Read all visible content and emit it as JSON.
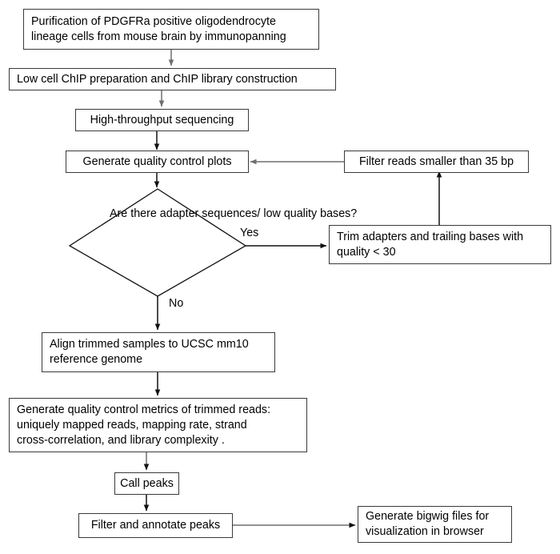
{
  "diagram": {
    "title": "ChIP-seq data processing pipeline",
    "type": "flowchart",
    "colors": {
      "box_border": "#3a3a3a",
      "box_fill": "#ffffff",
      "text": "#000000",
      "arrow_black": "#000000",
      "arrow_gray": "#6e6e6e"
    },
    "nodes": [
      {
        "id": "purification",
        "shape": "process",
        "lines": [
          "Purification of PDGFRa positive oligodendrocyte",
          "lineage cells from mouse brain by immunopanning"
        ]
      },
      {
        "id": "chip-prep",
        "shape": "process",
        "lines": [
          "Low cell ChIP preparation and ChIP library construction"
        ]
      },
      {
        "id": "sequencing",
        "shape": "process",
        "lines": [
          "High-throughput sequencing"
        ]
      },
      {
        "id": "qc-plots",
        "shape": "process",
        "lines": [
          "Generate quality control plots"
        ]
      },
      {
        "id": "decision-adapters",
        "shape": "decision",
        "lines": [
          "Are there",
          "adapter",
          "sequences/",
          "low quality",
          "bases?"
        ]
      },
      {
        "id": "trim-adapters",
        "shape": "process",
        "lines": [
          "Trim adapters and trailing bases with",
          "quality < 30"
        ]
      },
      {
        "id": "filter-reads",
        "shape": "process",
        "lines": [
          "Filter reads smaller than 35 bp"
        ]
      },
      {
        "id": "align",
        "shape": "process",
        "lines": [
          "Align trimmed samples to UCSC mm10",
          "reference genome"
        ]
      },
      {
        "id": "qc-metrics",
        "shape": "process",
        "lines": [
          "Generate quality control metrics of trimmed reads:",
          "uniquely mapped reads, mapping rate, strand",
          "cross-correlation, and library complexity ."
        ]
      },
      {
        "id": "call-peaks",
        "shape": "process",
        "lines": [
          "Call peaks"
        ]
      },
      {
        "id": "filter-annotate",
        "shape": "process",
        "lines": [
          "Filter and annotate peaks"
        ]
      },
      {
        "id": "bigwig",
        "shape": "process",
        "lines": [
          "Generate bigwig files for",
          "visualization in browser"
        ]
      }
    ],
    "edge_labels": {
      "yes": "Yes",
      "no": "No"
    }
  }
}
